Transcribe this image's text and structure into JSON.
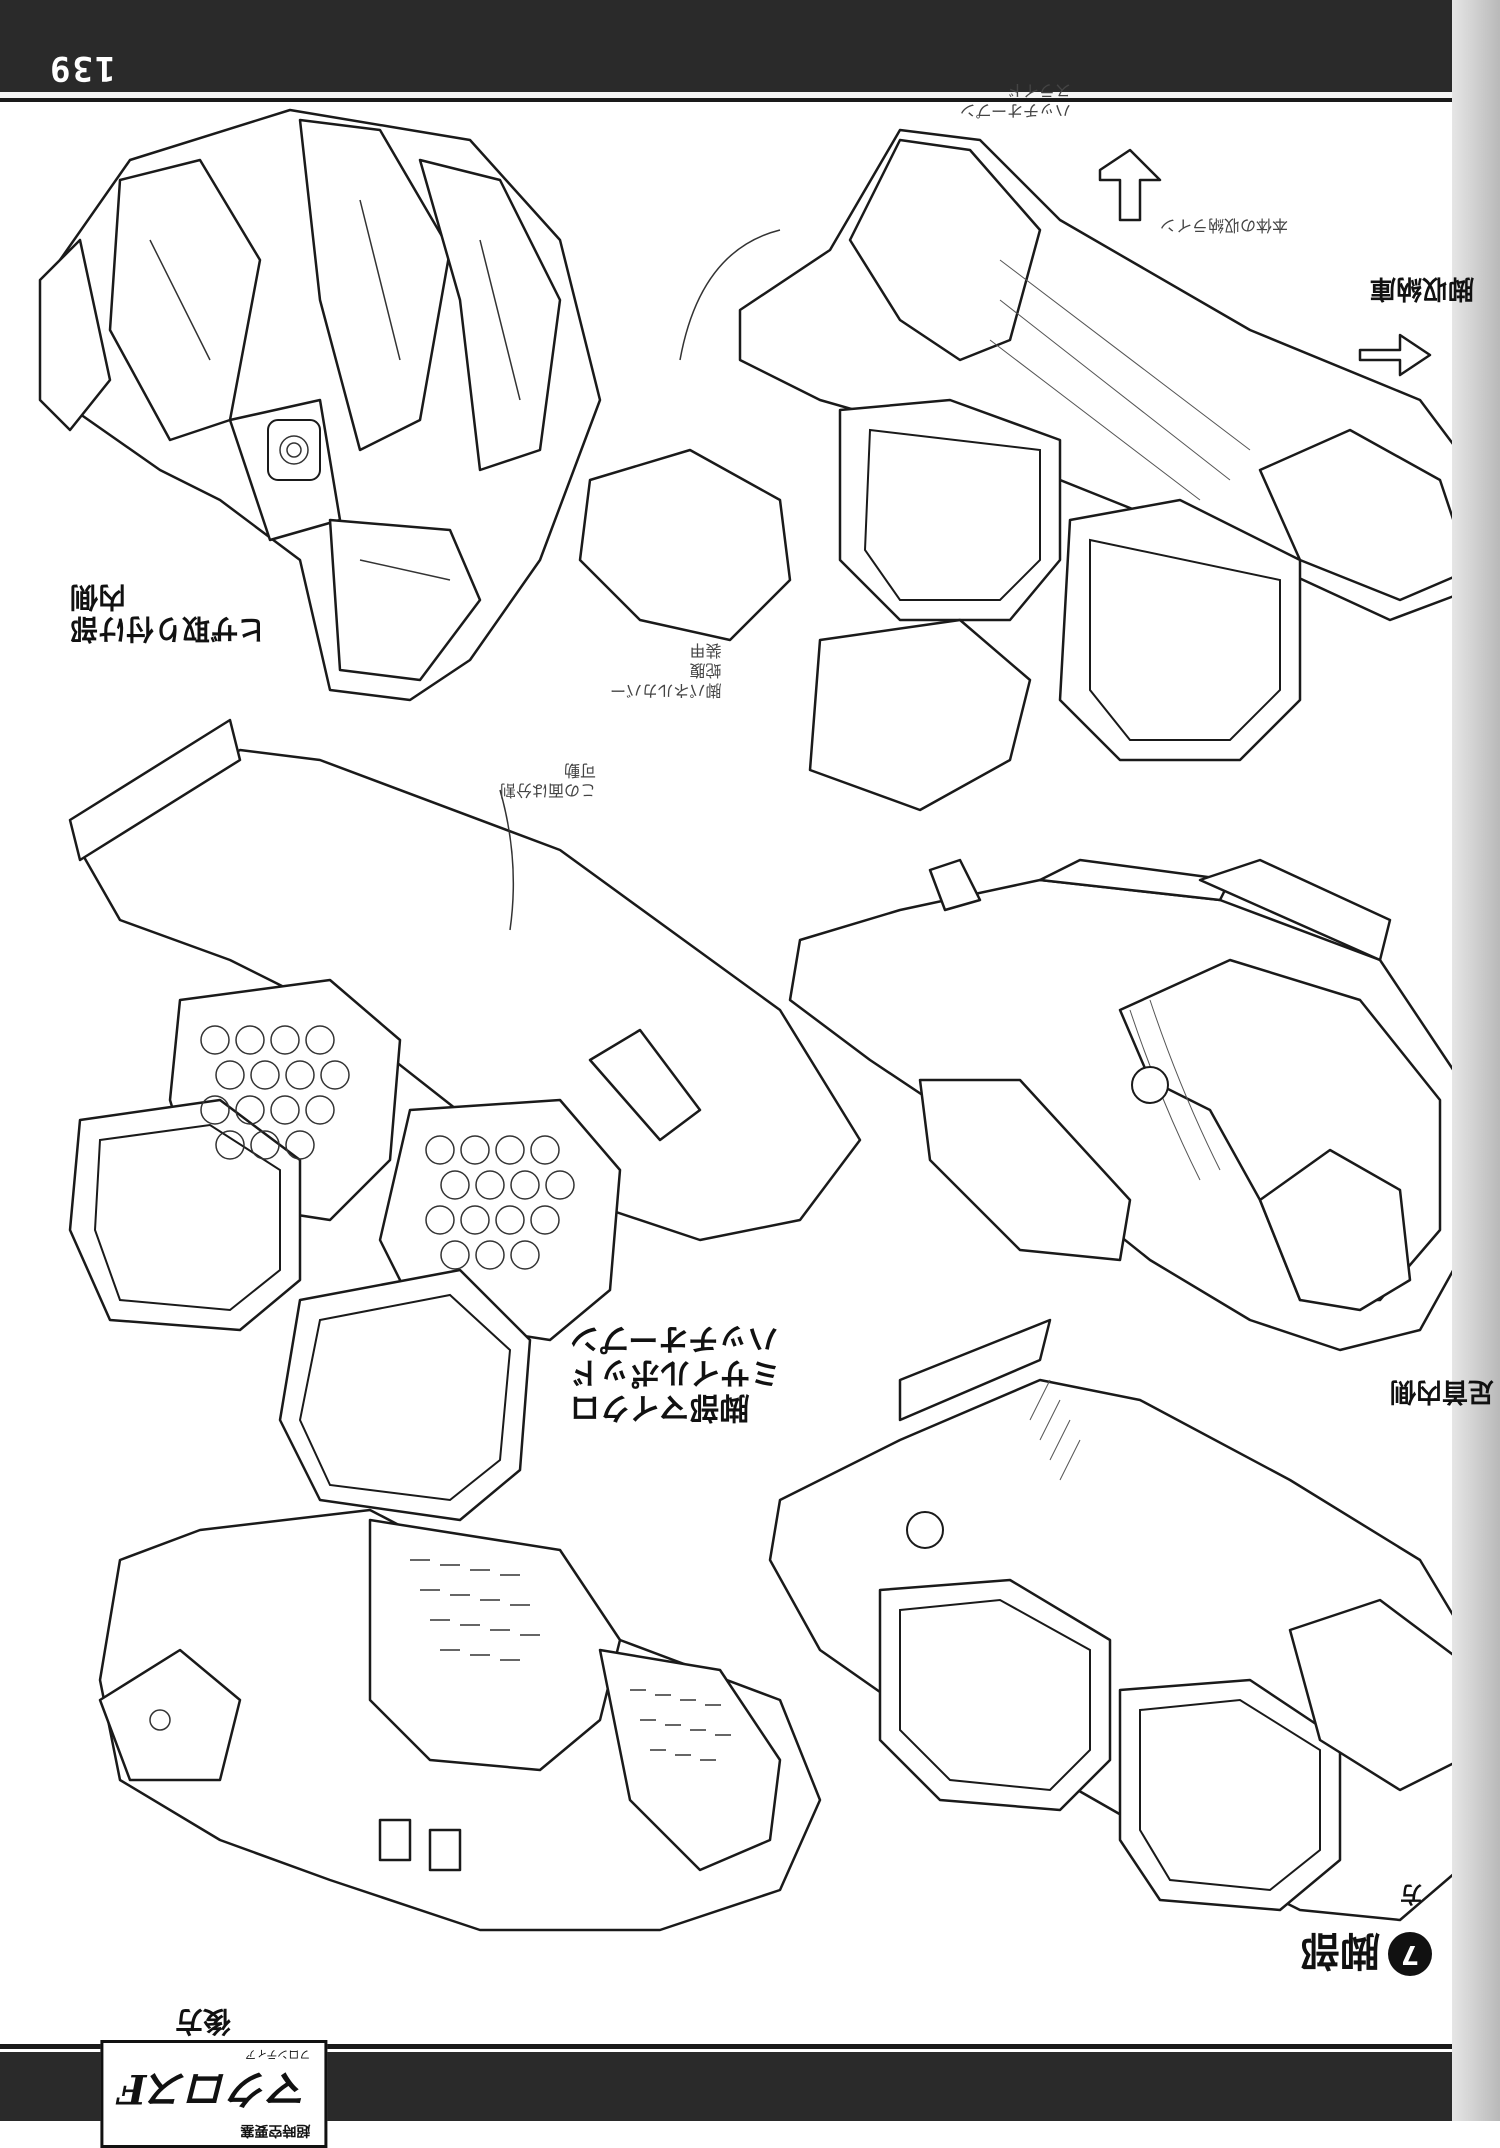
{
  "page": {
    "number": "139",
    "logo": {
      "main": "マクロスF",
      "sub": "超時空要塞",
      "sub2": "フロンティア"
    }
  },
  "section": {
    "number": "7",
    "title": "脚部"
  },
  "labels": {
    "hiza": "ヒザ取り付け部\n内側",
    "kyakushu": "脚収納庫",
    "micro_missile": "脚部マイクロ\nミサイルポッド\nハッチオープン",
    "ashi_naisoku": "足首内側",
    "koho": "後方",
    "kata": "方"
  },
  "notes": {
    "top_right": "ハッチオープン\nスライド",
    "top_mid": "本体の収納ライン",
    "left_mid": "脚パネルカバー\n蛇腹\n装甲",
    "center": "この面は分割\n可動"
  },
  "icons": {
    "arrow_upper": "curved-arrow-icon",
    "arrow_right": "right-arrow-icon"
  }
}
